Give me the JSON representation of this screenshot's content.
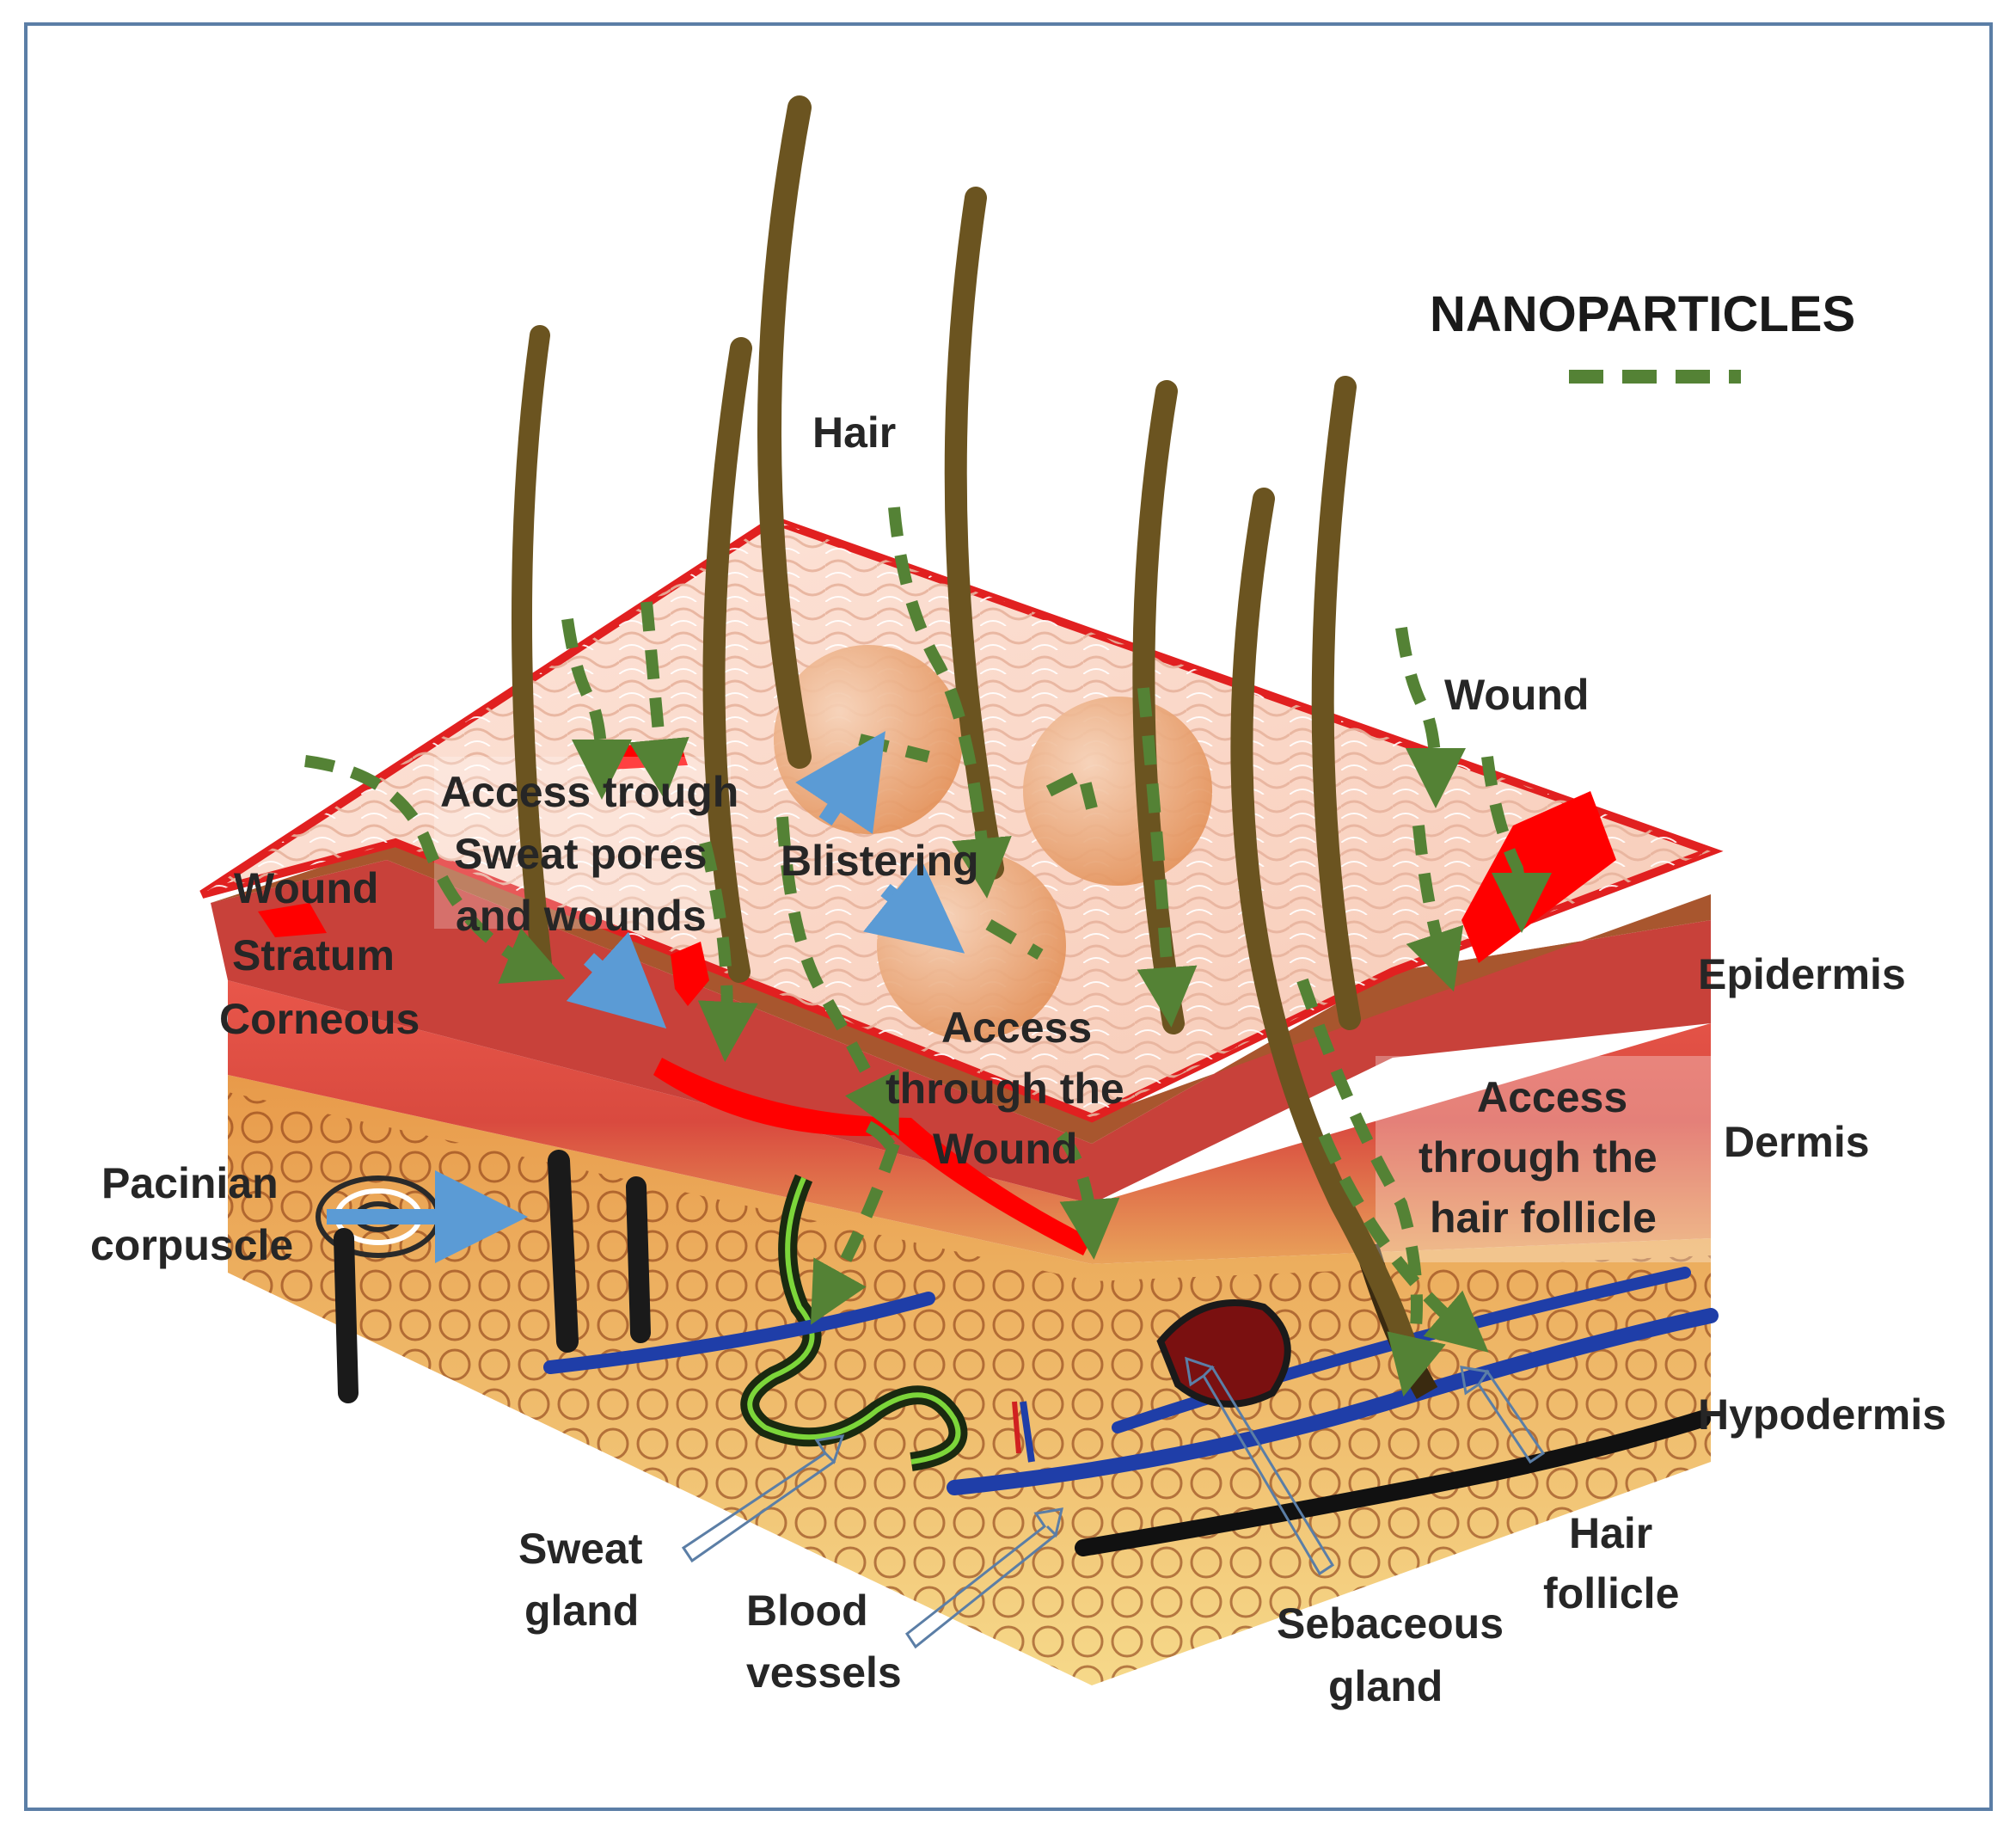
{
  "legend": {
    "title": "NANOPARTICLES",
    "color": "#548235"
  },
  "colors": {
    "hair": "#6b5420",
    "nanoparticle": "#548235",
    "blue_arrow": "#5b9bd5",
    "wound": "#ff0000",
    "frame": "#5b7ea6"
  },
  "labels": {
    "hair": "Hair",
    "wound_top": "Wound",
    "access_sweat_1": "Access trough",
    "access_sweat_2": "Sweat pores",
    "access_sweat_3": "and wounds",
    "blistering": "Blistering",
    "wound_left": "Wound",
    "stratum": "Stratum",
    "corneous": "Corneous",
    "access_wound_1": "Access",
    "access_wound_2": "through the",
    "access_wound_3": "Wound",
    "access_follicle_1": "Access",
    "access_follicle_2": "through the",
    "access_follicle_3": "hair follicle",
    "epidermis": "Epidermis",
    "dermis": "Dermis",
    "hypodermis": "Hypodermis",
    "pacinian_1": "Pacinian",
    "pacinian_2": "corpuscle",
    "sweat_gland_1": "Sweat",
    "sweat_gland_2": "gland",
    "blood_vessels_1": "Blood",
    "blood_vessels_2": "vessels",
    "sebaceous_1": "Sebaceous",
    "sebaceous_2": "gland",
    "hair_follicle_1": "Hair",
    "hair_follicle_2": "follicle"
  }
}
